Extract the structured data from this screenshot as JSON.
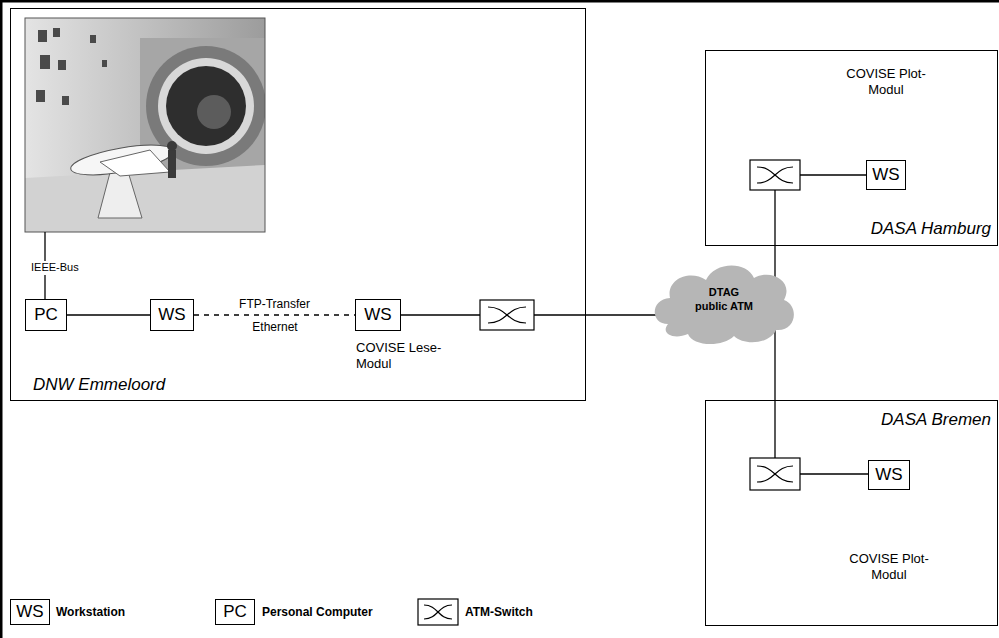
{
  "diagram": {
    "nodes": [
      {
        "text": [
          "DNW Emmeloord"
        ]
      },
      {
        "text": [
          "PC"
        ],
        "in": 0
      },
      {
        "text": [
          "WS"
        ],
        "in": 0
      },
      {
        "text": [
          "WS",
          "COVISE Lese-Modul"
        ],
        "in": 0
      },
      {
        "text": [
          "DTAG public ATM"
        ]
      },
      {
        "text": [
          "DASA Hamburg"
        ]
      },
      {
        "text": [
          "COVISE Plot-Modul",
          "WS"
        ],
        "in": 5
      },
      {
        "text": [
          "DASA Bremen"
        ]
      },
      {
        "text": [
          "WS",
          "COVISE Plot-Modul"
        ],
        "in": 7
      }
    ],
    "edges": [
      {
        "from": 1,
        "to": 2,
        "arrow": "none"
      },
      {
        "from": 2,
        "to": 3,
        "arrow": "none",
        "label": "FTP-Transfer"
      }
    ],
    "labels": [
      "IEEE-Bus",
      "Ethernet",
      "WS",
      "PC"
    ],
    "legend": [
      {
        "text": "Workstation"
      },
      {
        "text": "Personal Computer"
      },
      {
        "text": "ATM-Switch"
      }
    ]
  }
}
